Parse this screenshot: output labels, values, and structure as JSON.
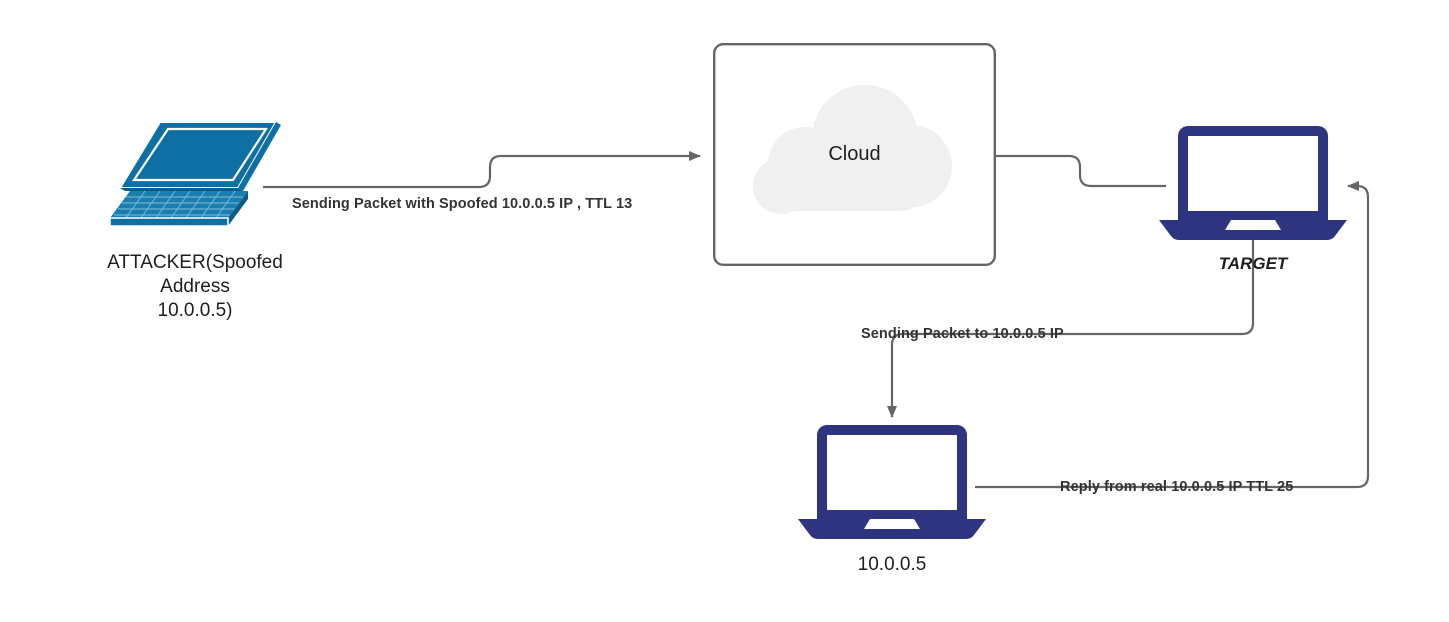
{
  "diagram": {
    "title": "IP Spoofing / TTL Reply Network Diagram",
    "background_color": "#ffffff",
    "wire_color": "#666666",
    "attacker_color": "#0d6fa3",
    "host_color": "#2e3480",
    "cloud_fill": "#f0f0f0",
    "box_border": "#666666",
    "text_color": "#1f1f1f",
    "label_color": "#333333"
  },
  "nodes": {
    "attacker": {
      "name": "attacker-laptop",
      "icon": "laptop-isometric-icon",
      "label": "ATTACKER(Spoofed\nAddress\n10.0.0.5)"
    },
    "cloud": {
      "name": "cloud-box",
      "icon": "cloud-icon",
      "label": "Cloud"
    },
    "target": {
      "name": "target-laptop",
      "icon": "laptop-icon",
      "label": "TARGET"
    },
    "real_host": {
      "name": "real-host-laptop",
      "icon": "laptop-icon",
      "label": "10.0.0.5"
    }
  },
  "edges": [
    {
      "id": "attacker-to-cloud",
      "label": "Sending Packet with Spoofed 10.0.0.5 IP , TTL 13",
      "from": "attacker",
      "to": "cloud",
      "arrow": "end"
    },
    {
      "id": "cloud-to-target",
      "label": "",
      "from": "cloud",
      "to": "target",
      "arrow": "none"
    },
    {
      "id": "target-to-real-host",
      "label": "Sending Packet to 10.0.0.5 IP",
      "from": "target",
      "to": "real_host",
      "arrow": "end"
    },
    {
      "id": "real-host-to-target",
      "label": "Reply from real 10.0.0.5 IP TTL 25",
      "from": "real_host",
      "to": "target",
      "arrow": "end"
    }
  ]
}
